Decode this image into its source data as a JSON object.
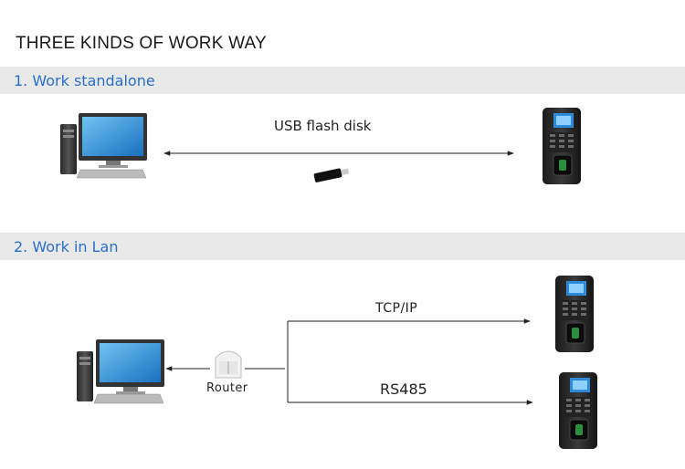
{
  "title": "THREE KINDS OF WORK WAY",
  "sections": [
    {
      "heading": "1. Work standalone"
    },
    {
      "heading": "2. Work in Lan"
    }
  ],
  "labels": {
    "usb": "USB flash disk",
    "tcp": "TCP/IP",
    "rs485": "RS485",
    "router": "Router"
  },
  "colors": {
    "heading_text": "#2a6fc9",
    "band": "#e9e9e9",
    "line": "#222222"
  },
  "icons": [
    "desktop-computer-icon",
    "usb-flash-disk-icon",
    "access-terminal-icon",
    "router-icon"
  ]
}
